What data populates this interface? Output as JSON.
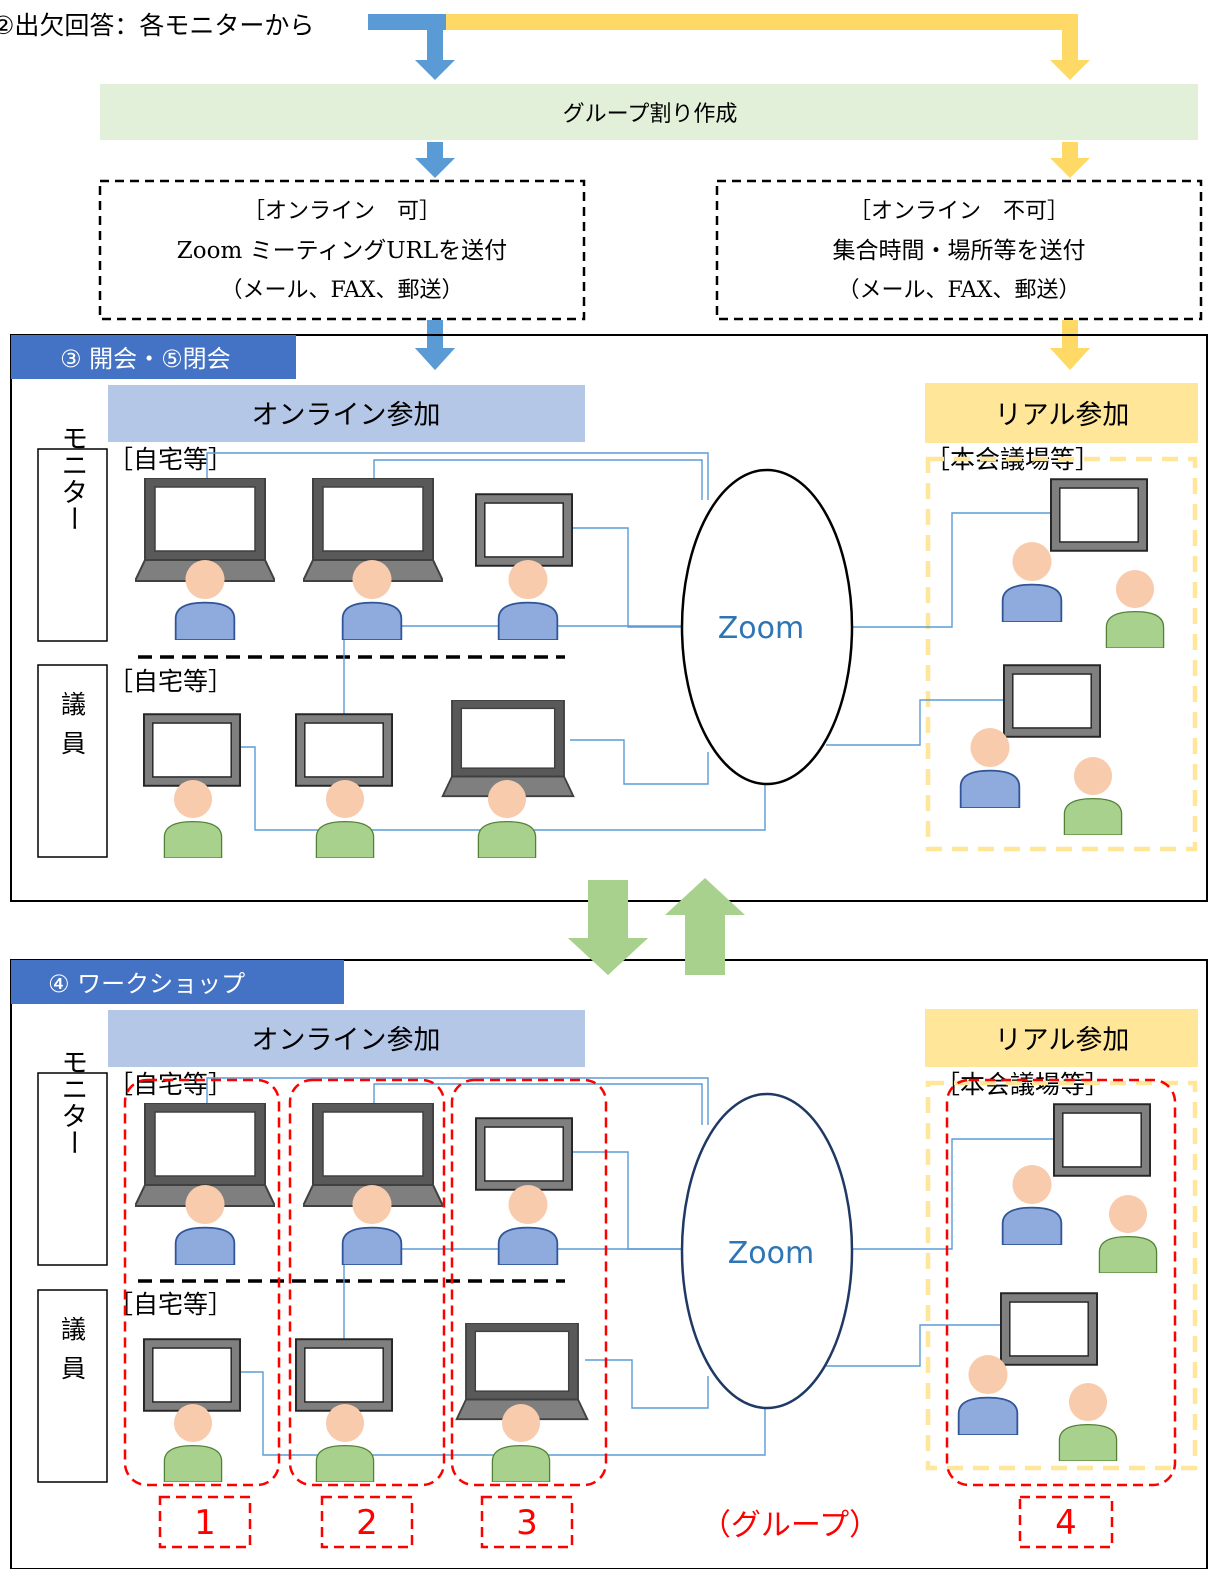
{
  "top": {
    "step2_label": "②出欠回答：各モニターから",
    "grouping_label": "グループ割り作成",
    "online_box": {
      "title": "［オンライン　可］",
      "line1": "Zoom ミーティングURLを送付",
      "line2": "（メール、FAX、郵送）"
    },
    "offline_box": {
      "title": "［オンライン　不可］",
      "line1": "集合時間・場所等を送付",
      "line2": "（メール、FAX、郵送）"
    }
  },
  "section3": {
    "tag": "③ 開会・⑤閉会",
    "online_label": "オンライン参加",
    "real_label": "リアル参加",
    "home_label_monitor": "［自宅等］",
    "home_label_member": "［自宅等］",
    "venue_label": "［本会議場等］",
    "row_monitor": "モニター",
    "row_member": "議員",
    "zoom": "Zoom"
  },
  "section4": {
    "tag": "④ ワークショップ",
    "online_label": "オンライン参加",
    "real_label": "リアル参加",
    "home_label_monitor": "［自宅等］",
    "home_label_member": "［自宅等］",
    "venue_label": "［本会議場等］",
    "row_monitor": "モニター",
    "row_member": "議員",
    "zoom": "Zoom",
    "groups": [
      "1",
      "2",
      "3",
      "4"
    ],
    "group_caption": "（グループ）"
  },
  "colors": {
    "blue_arrow": "#5b9bd5",
    "yellow_arrow": "#ffd966",
    "green_arrow": "#a9d18e",
    "light_green_band": "#e2efd9",
    "online_band": "#b4c7e7",
    "real_band": "#ffe699",
    "section_tag": "#4472c4",
    "zoom_text": "#2e75b6",
    "group_red": "#ff0000",
    "monitor_person": "#8faadc",
    "member_person": "#a9d18e",
    "face": "#f8cbad"
  }
}
